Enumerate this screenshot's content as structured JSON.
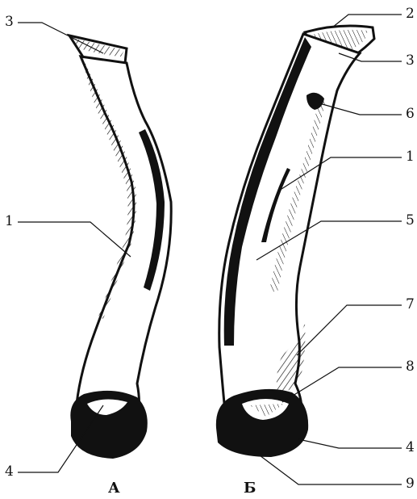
{
  "figure": {
    "panel_a": {
      "caption": "А",
      "labels": [
        "3",
        "1",
        "4"
      ]
    },
    "panel_b": {
      "caption": "Б",
      "labels": [
        "2",
        "3",
        "6",
        "1",
        "5",
        "7",
        "8",
        "4",
        "9"
      ]
    }
  },
  "colors": {
    "ink": "#111111",
    "paper": "#ffffff"
  }
}
